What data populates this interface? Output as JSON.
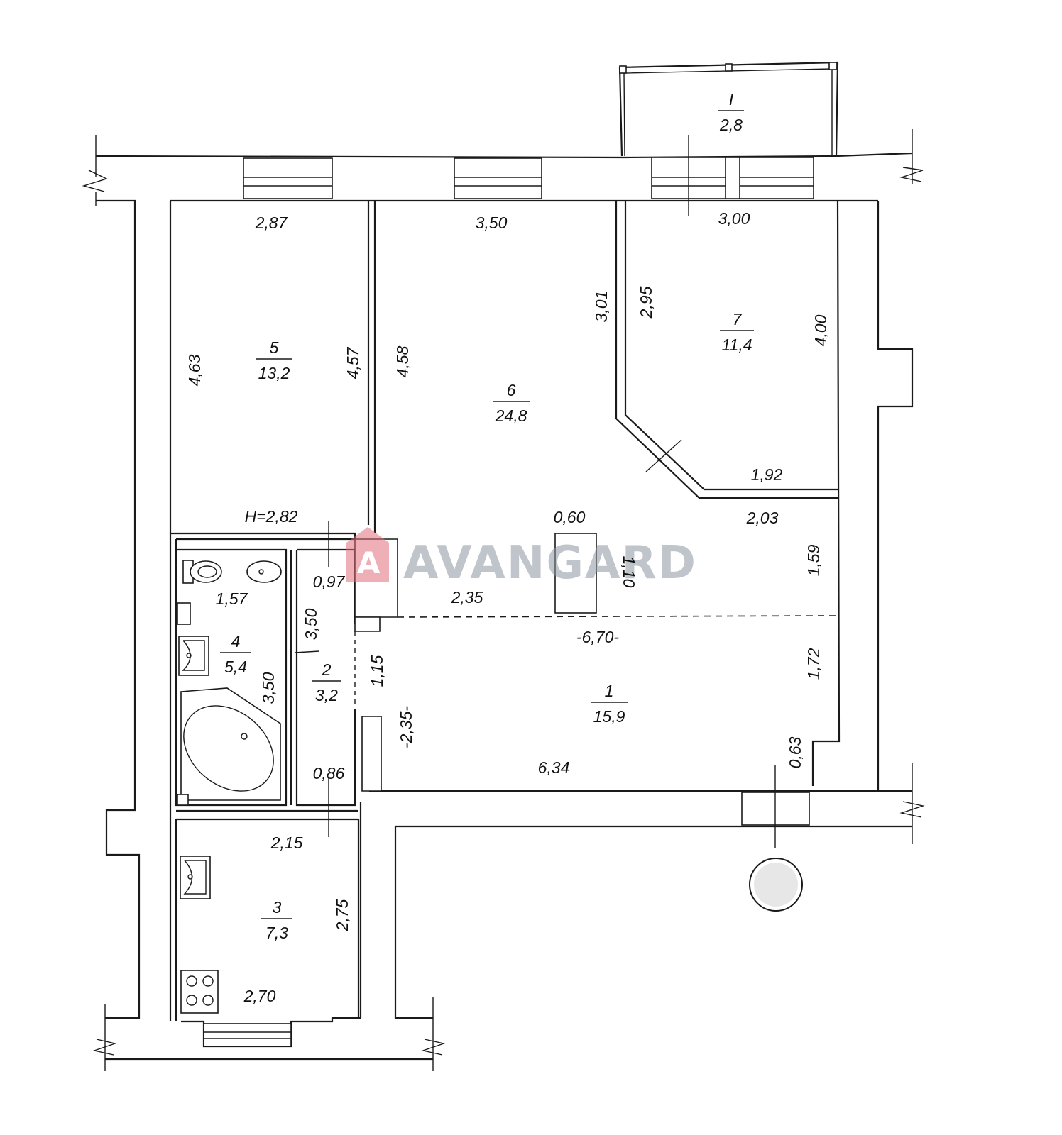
{
  "watermark": {
    "text": "AVANGARD",
    "logo_letter": "A",
    "logo_color": "#e0707a",
    "text_color": "#8c95a3"
  },
  "ceiling_height": "H=2,82",
  "rooms": [
    {
      "id": "I",
      "area": "2,8"
    },
    {
      "id": "5",
      "area": "13,2"
    },
    {
      "id": "6",
      "area": "24,8"
    },
    {
      "id": "7",
      "area": "11,4"
    },
    {
      "id": "4",
      "area": "5,4"
    },
    {
      "id": "2",
      "area": "3,2"
    },
    {
      "id": "1",
      "area": "15,9"
    },
    {
      "id": "3",
      "area": "7,3"
    }
  ],
  "dimensions": {
    "r5_top": "2,87",
    "r5_left": "4,63",
    "r5_right": "4,57",
    "r6_top": "3,50",
    "r6_left": "4,58",
    "r6_right": "3,01",
    "r7_top": "3,00",
    "r7_left": "2,95",
    "r7_right": "4,00",
    "r7_bottom": "1,92",
    "col_w": "0,60",
    "col_h": "1,10",
    "r1_upper_right": "2,03",
    "r1_upper_side": "1,59",
    "r1_upper_mid": "2,35",
    "r1_full": "-6,70-",
    "r1_side": "1,72",
    "r1_left": "-2,35-",
    "r1_bottom": "6,34",
    "r1_step": "0,63",
    "r4_top": "1,57",
    "r4_side": "3,50",
    "r2_top": "0,97",
    "r2_side": "3,50",
    "r2_door": "1,15",
    "r2_bottom": "0,86",
    "r3_top": "2,15",
    "r3_side": "2,75",
    "r3_bottom": "2,70"
  }
}
